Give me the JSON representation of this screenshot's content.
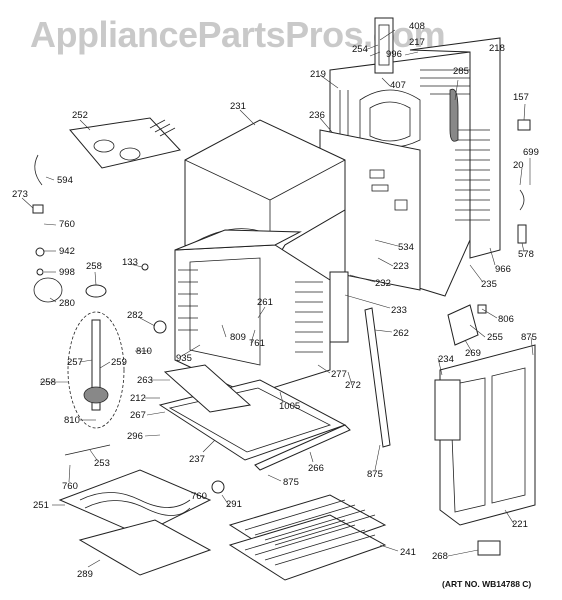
{
  "watermark": "AppliancePartsPros.com",
  "art_number": "(ART NO. WB14788 C)",
  "callouts": [
    {
      "id": "408",
      "label": "408"
    },
    {
      "id": "254",
      "label": "254"
    },
    {
      "id": "996",
      "label": "996"
    },
    {
      "id": "217",
      "label": "217"
    },
    {
      "id": "218",
      "label": "218"
    },
    {
      "id": "407",
      "label": "407"
    },
    {
      "id": "219",
      "label": "219"
    },
    {
      "id": "285",
      "label": "285"
    },
    {
      "id": "157",
      "label": "157"
    },
    {
      "id": "252",
      "label": "252"
    },
    {
      "id": "231",
      "label": "231"
    },
    {
      "id": "236",
      "label": "236"
    },
    {
      "id": "699",
      "label": "699"
    },
    {
      "id": "20",
      "label": "20"
    },
    {
      "id": "594",
      "label": "594"
    },
    {
      "id": "273",
      "label": "273"
    },
    {
      "id": "760a",
      "label": "760"
    },
    {
      "id": "942",
      "label": "942"
    },
    {
      "id": "998",
      "label": "998"
    },
    {
      "id": "258a",
      "label": "258"
    },
    {
      "id": "133",
      "label": "133"
    },
    {
      "id": "534",
      "label": "534"
    },
    {
      "id": "223",
      "label": "223"
    },
    {
      "id": "966",
      "label": "966"
    },
    {
      "id": "578",
      "label": "578"
    },
    {
      "id": "280",
      "label": "280"
    },
    {
      "id": "232",
      "label": "232"
    },
    {
      "id": "235",
      "label": "235"
    },
    {
      "id": "233",
      "label": "233"
    },
    {
      "id": "261",
      "label": "261"
    },
    {
      "id": "282",
      "label": "282"
    },
    {
      "id": "809",
      "label": "809"
    },
    {
      "id": "761",
      "label": "761"
    },
    {
      "id": "262",
      "label": "262"
    },
    {
      "id": "806",
      "label": "806"
    },
    {
      "id": "255",
      "label": "255"
    },
    {
      "id": "875a",
      "label": "875"
    },
    {
      "id": "810a",
      "label": "810"
    },
    {
      "id": "935",
      "label": "935"
    },
    {
      "id": "257",
      "label": "257"
    },
    {
      "id": "259",
      "label": "259"
    },
    {
      "id": "269",
      "label": "269"
    },
    {
      "id": "234",
      "label": "234"
    },
    {
      "id": "258b",
      "label": "258"
    },
    {
      "id": "263",
      "label": "263"
    },
    {
      "id": "277",
      "label": "277"
    },
    {
      "id": "272",
      "label": "272"
    },
    {
      "id": "212",
      "label": "212"
    },
    {
      "id": "1005",
      "label": "1005"
    },
    {
      "id": "810b",
      "label": "810"
    },
    {
      "id": "267",
      "label": "267"
    },
    {
      "id": "296",
      "label": "296"
    },
    {
      "id": "237",
      "label": "237"
    },
    {
      "id": "266",
      "label": "266"
    },
    {
      "id": "875b",
      "label": "875"
    },
    {
      "id": "253",
      "label": "253"
    },
    {
      "id": "760b",
      "label": "760"
    },
    {
      "id": "875c",
      "label": "875"
    },
    {
      "id": "251",
      "label": "251"
    },
    {
      "id": "760c",
      "label": "760"
    },
    {
      "id": "291",
      "label": "291"
    },
    {
      "id": "221",
      "label": "221"
    },
    {
      "id": "289",
      "label": "289"
    },
    {
      "id": "241",
      "label": "241"
    },
    {
      "id": "268",
      "label": "268"
    }
  ]
}
